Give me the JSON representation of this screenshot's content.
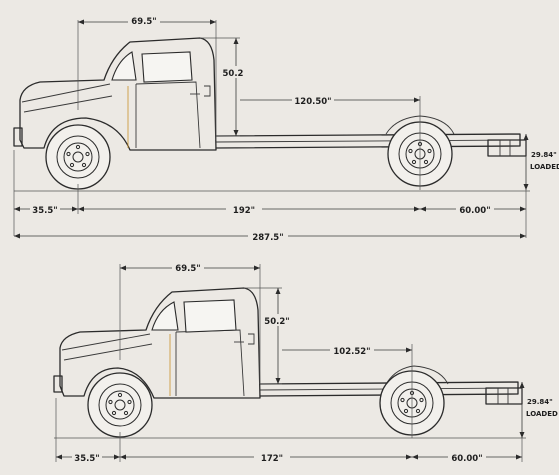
{
  "truck_top": {
    "cab_width": "69.5\"",
    "cab_height": "50.2",
    "cab_to_axle": "120.50\"",
    "frame_height": "29.84\"",
    "frame_height_note": "LOADED",
    "front_overhang": "35.5\"",
    "wheelbase": "192\"",
    "rear_overhang": "60.00\"",
    "overall_length": "287.5\""
  },
  "truck_bottom": {
    "cab_width": "69.5\"",
    "cab_height": "50.2\"",
    "cab_to_axle": "102.52\"",
    "frame_height": "29.84\"",
    "frame_height_note": "LOADED",
    "front_overhang": "35.5\"",
    "wheelbase": "172\"",
    "rear_overhang": "60.00\""
  }
}
